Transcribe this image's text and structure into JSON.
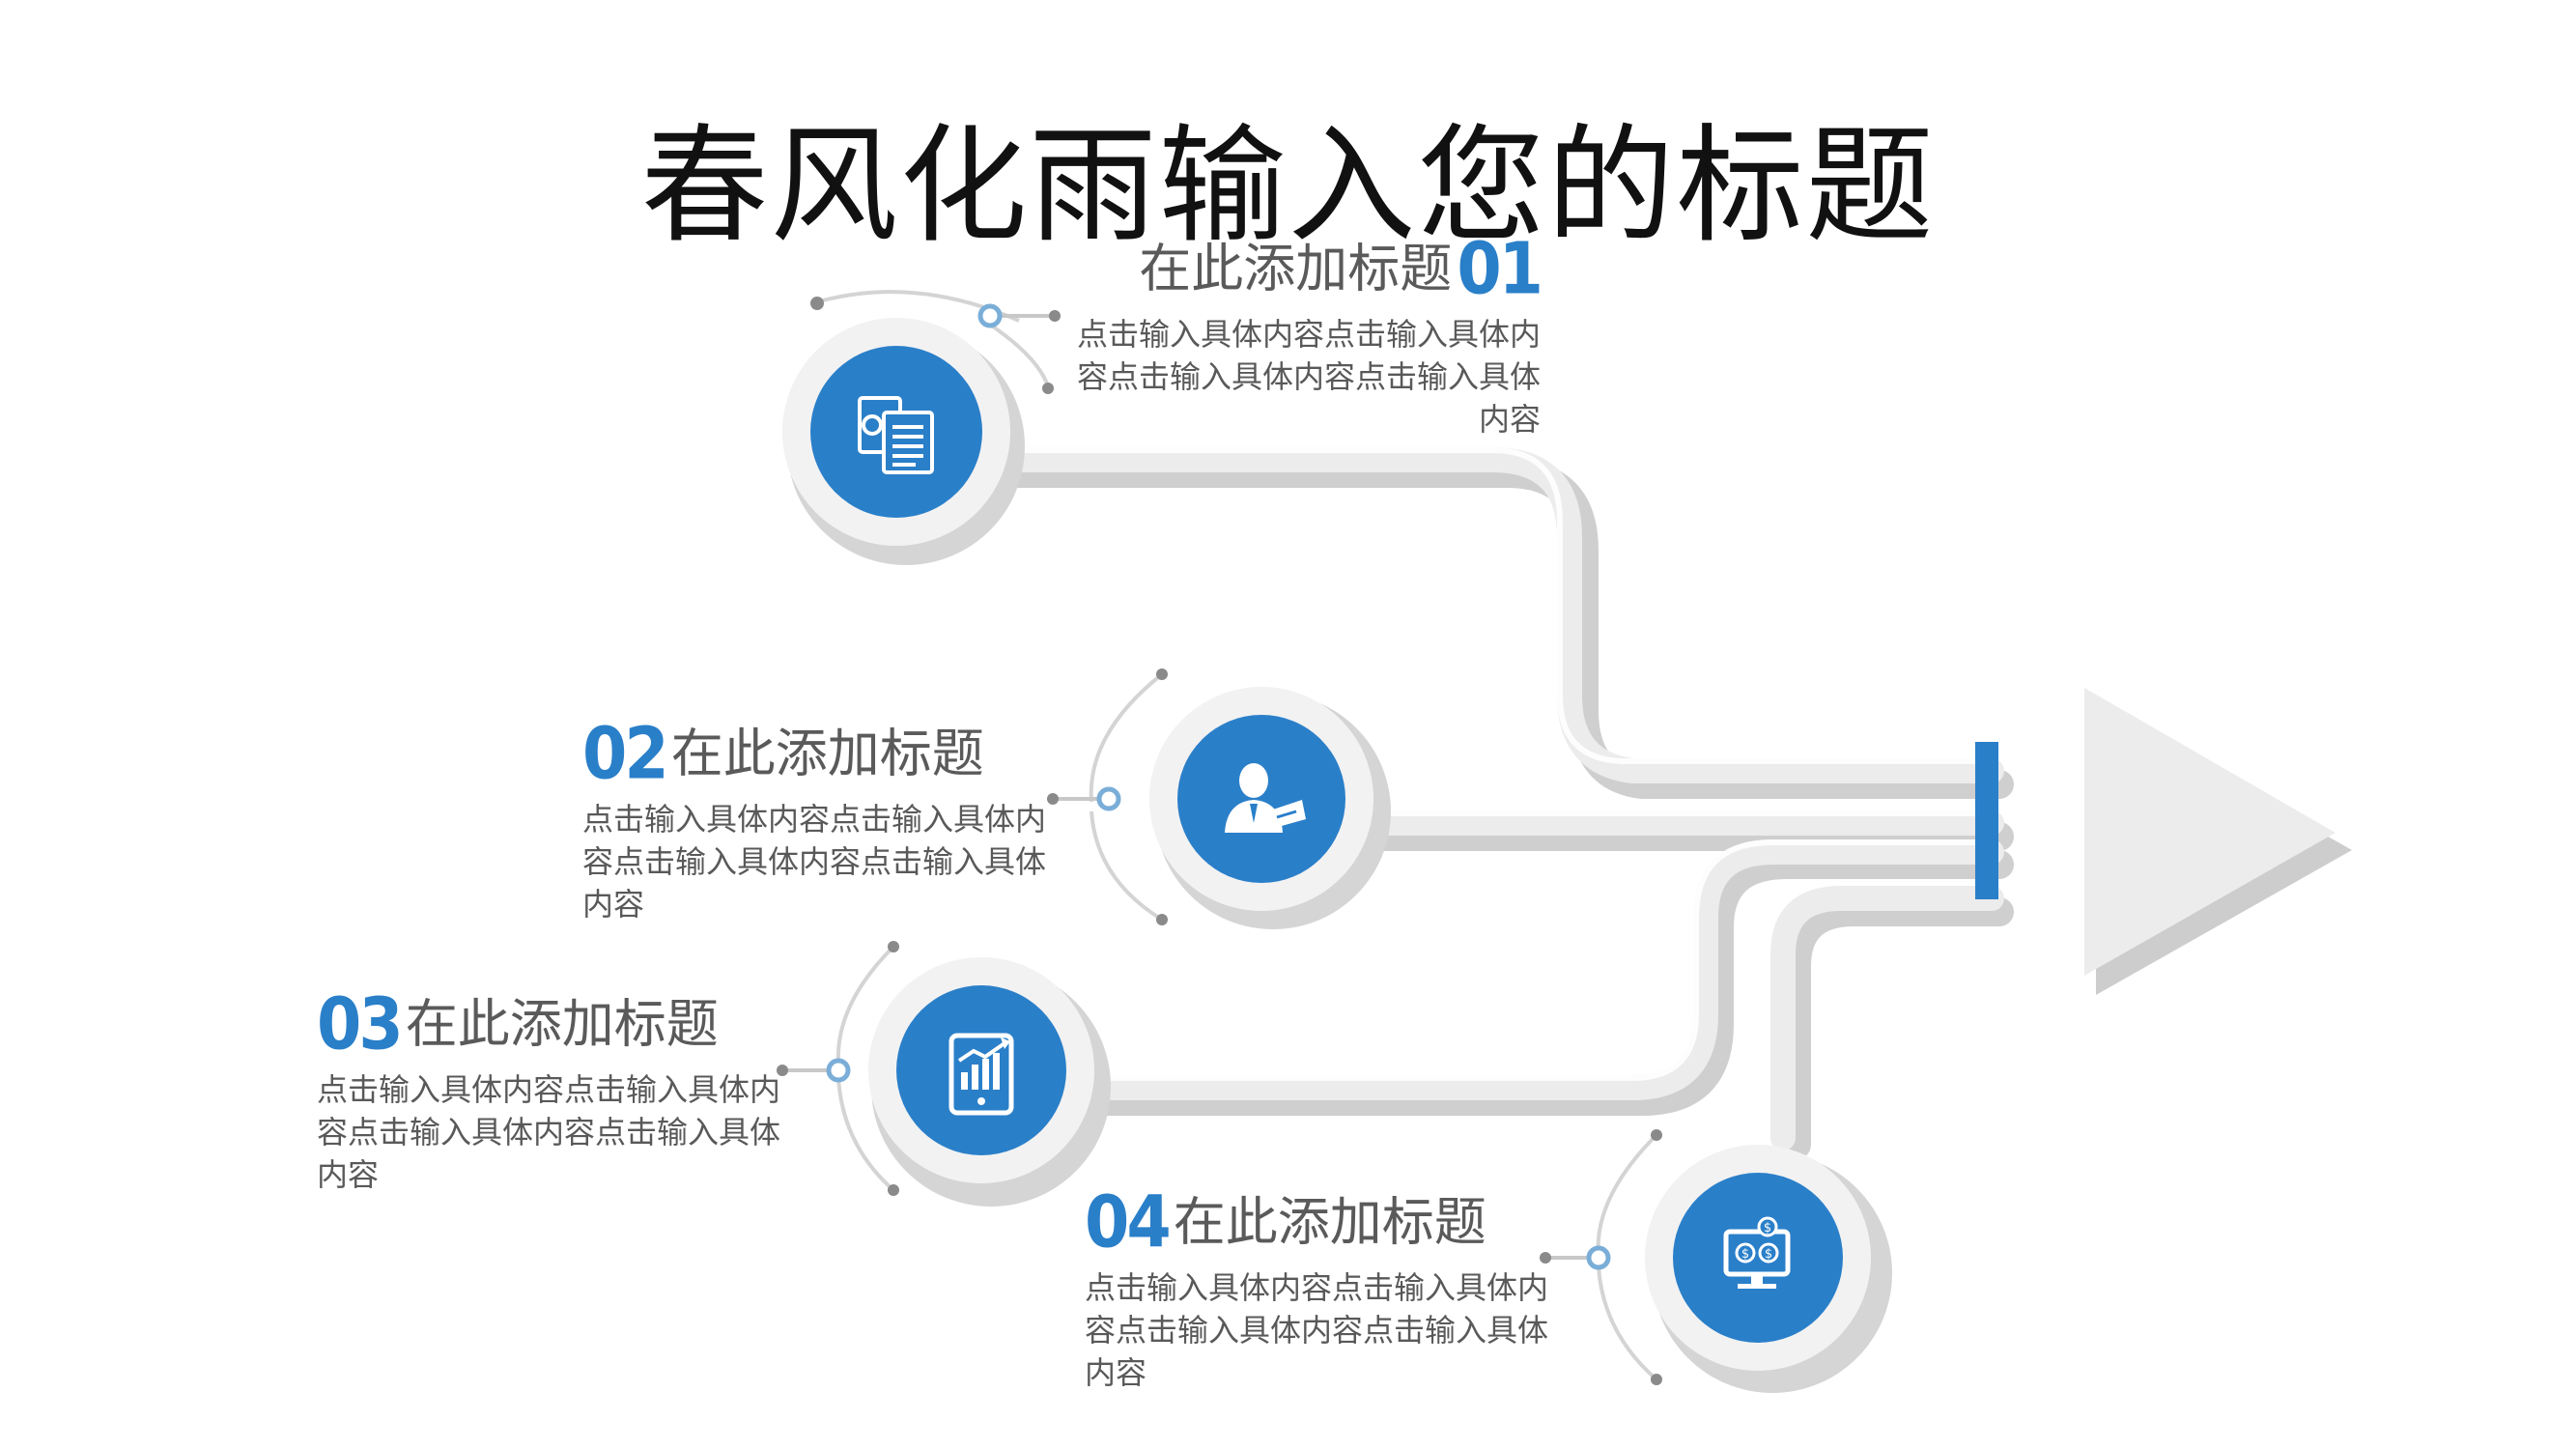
{
  "title": "春风化雨输入您的标题",
  "items": [
    {
      "number": "01",
      "heading": "在此添加标题",
      "body": "点击输入具体内容点击输入具体内容点击输入具体内容点击输入具体内容",
      "icon": "settings-document-icon"
    },
    {
      "number": "02",
      "heading": "在此添加标题",
      "body": "点击输入具体内容点击输入具体内容点击输入具体内容点击输入具体内容",
      "icon": "businessman-icon"
    },
    {
      "number": "03",
      "heading": "在此添加标题",
      "body": "点击输入具体内容点击输入具体内容点击输入具体内容点击输入具体内容",
      "icon": "growth-chart-tablet-icon"
    },
    {
      "number": "04",
      "heading": "在此添加标题",
      "body": "点击输入具体内容点击输入具体内容点击输入具体内容点击输入具体内容",
      "icon": "monitor-dollar-icon"
    }
  ],
  "colors": {
    "accent": "#2a7fc9",
    "connector": "#d6d6d6",
    "circle_ring": "#f2f2f2",
    "heading_text": "#5a5a5a",
    "body_text": "#595959",
    "title_text": "#111111"
  }
}
